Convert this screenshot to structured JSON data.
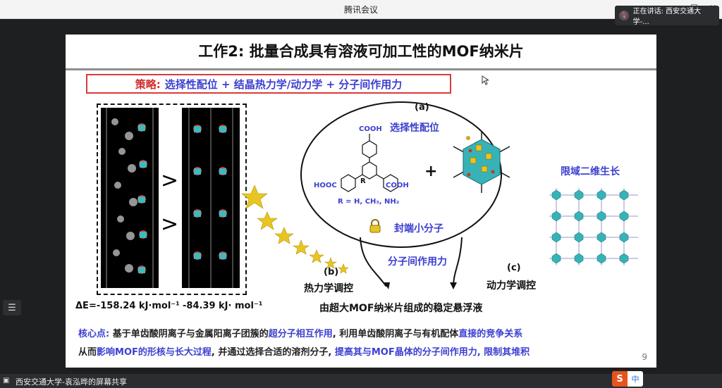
{
  "app": {
    "title": "腾讯会议",
    "speaking_label": "正在讲话: 西安交通大学-..."
  },
  "slide": {
    "title": "工作2: 批量合成具有溶液可加工性的MOF纳米片",
    "strategy_prefix": "策略:",
    "strategy_text": "选择性配位 + 结晶热力学/动力学 + 分子间作用力",
    "panel_a": "(a)",
    "selective_coord": "选择性配位",
    "cooh_top": "COOH",
    "hooc_left": "HOOC",
    "cooh_right": "COOH",
    "r_label": "R",
    "r_subs": "R = H, CH₃, NH₂",
    "plus": "+",
    "capping": "封端小分子",
    "intermolecular": "分子间作用力",
    "panel_b": "(b)",
    "thermo": "热力学调控",
    "panel_c": "(c)",
    "kinetic": "动力学调控",
    "confined_growth": "限域二维生长",
    "suspension": "由超大MOF纳米片组成的稳定悬浮液",
    "delta_e1": "ΔE=-158.24 kJ·mol⁻¹",
    "delta_e2": "-84.39 kJ· mol⁻¹",
    "gt": ">",
    "core_label": "核心点:",
    "core_line1_a": "基于单齿酸阴离子与金属阳离子团簇的",
    "core_line1_b": "超分子相互作用",
    "core_line1_c": ", 利用单齿酸阴离子与有机配体",
    "core_line1_d": "直接的竞争关系",
    "core_line2_a": "从而",
    "core_line2_b": "影响MOF的形核与长大过程",
    "core_line2_c": ", 并通过选择合适的溶剂分子, ",
    "core_line2_d": "提高其与MOF晶体的分子间作用力, 限制其堆积",
    "page_number": "9"
  },
  "statusbar": {
    "share_label": "西安交通大学-袁泓晔的屏幕共享"
  },
  "ime": {
    "logo": "S",
    "mode": "中"
  },
  "colors": {
    "accent_blue": "#3b3fd0",
    "accent_red": "#d12b2b",
    "teal": "#37b3b7",
    "star": "#e8c521"
  }
}
